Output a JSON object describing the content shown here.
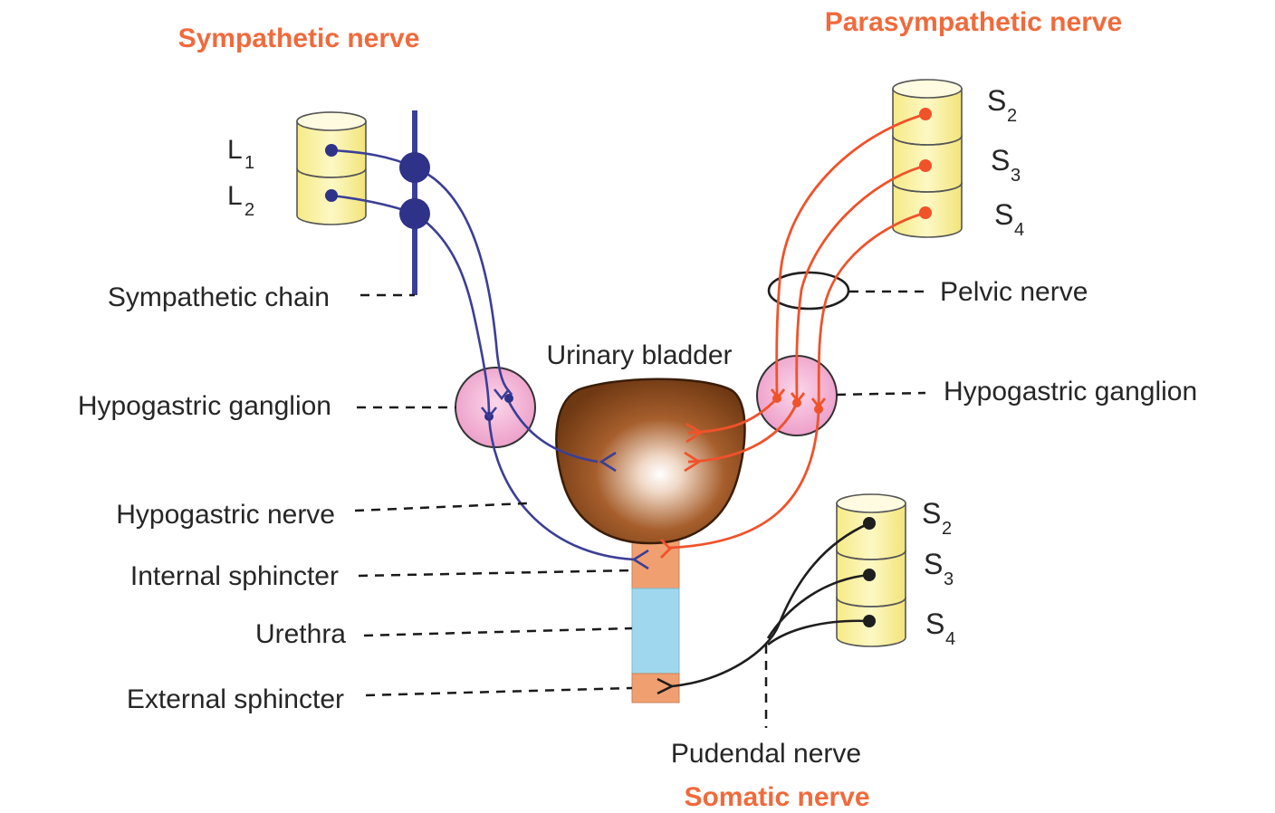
{
  "headings": {
    "sympathetic": "Sympathetic nerve",
    "parasympathetic": "Parasympathetic nerve",
    "somatic": "Somatic nerve"
  },
  "labels": {
    "L1": "L",
    "L1_sub": "1",
    "L2": "L",
    "L2_sub": "2",
    "sympathetic_chain": "Sympathetic chain",
    "hypogastric_ganglion_left": "Hypogastric ganglion",
    "hypogastric_nerve": "Hypogastric nerve",
    "internal_sphincter": "Internal sphincter",
    "urethra": "Urethra",
    "external_sphincter": "External sphincter",
    "urinary_bladder": "Urinary bladder",
    "pelvic_nerve": "Pelvic nerve",
    "hypogastric_ganglion_right": "Hypogastric ganglion",
    "pudendal_nerve": "Pudendal nerve",
    "S2_top": "S",
    "S2_top_sub": "2",
    "S3_top": "S",
    "S3_top_sub": "3",
    "S4_top": "S",
    "S4_top_sub": "4",
    "S2_low": "S",
    "S2_low_sub": "2",
    "S3_low": "S",
    "S3_low_sub": "3",
    "S4_low": "S",
    "S4_low_sub": "4"
  },
  "colors": {
    "sympathetic": "#3b3f96",
    "parasympathetic": "#f0522a",
    "somatic": "#1e1e1e",
    "heading": "#f06a3c",
    "ganglion": "#f2a6cf",
    "vertebra": "#fbf3a0",
    "bladder": "#8a4a1c",
    "sphincter": "#f0a070",
    "urethra": "#9fd8ee"
  }
}
